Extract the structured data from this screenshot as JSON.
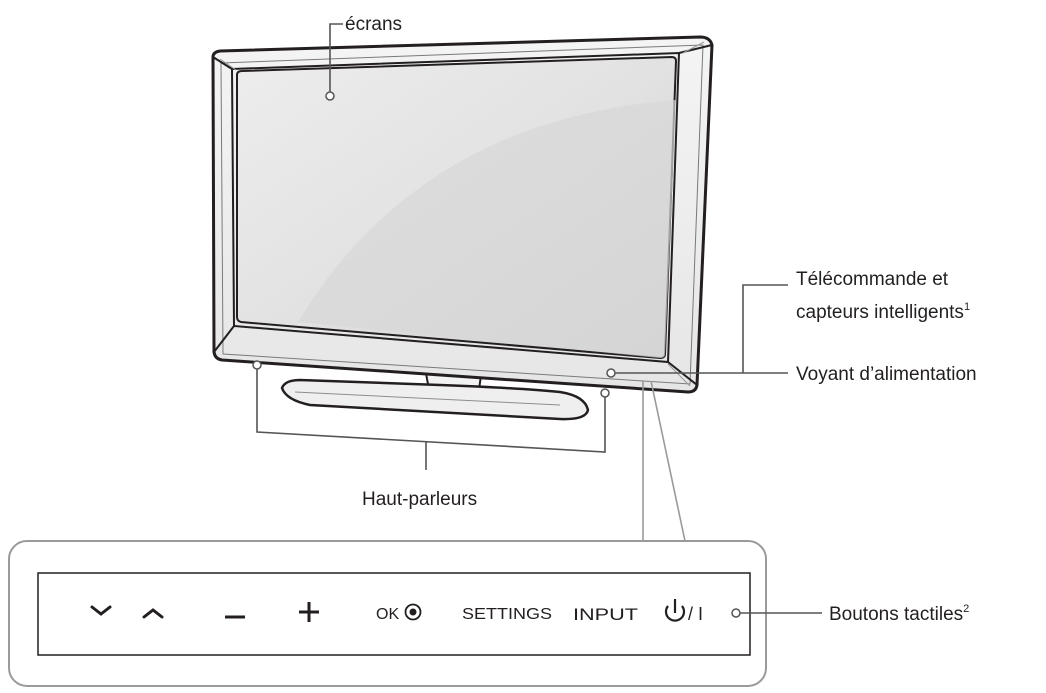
{
  "callouts": {
    "screen": "écrans",
    "remote_sensor_line1": "Télécommande et",
    "remote_sensor_line2": "capteurs intelligents",
    "remote_sensor_note": "1",
    "power_indicator": "Voyant d’alimentation",
    "speakers": "Haut-parleurs",
    "touch_buttons": "Boutons tactiles",
    "touch_buttons_note": "2"
  },
  "control_panel": {
    "buttons": [
      {
        "label": "⌄",
        "icon": "chevron-down-icon"
      },
      {
        "label": "⌃",
        "icon": "chevron-up-icon"
      },
      {
        "label": "–",
        "icon": "minus-icon"
      },
      {
        "label": "+",
        "icon": "plus-icon"
      },
      {
        "label": "OK",
        "icon": "ok-dot-icon"
      },
      {
        "label": "SETTINGS"
      },
      {
        "label": "INPUT"
      },
      {
        "label": "/ I",
        "icon": "power-icon"
      }
    ]
  }
}
